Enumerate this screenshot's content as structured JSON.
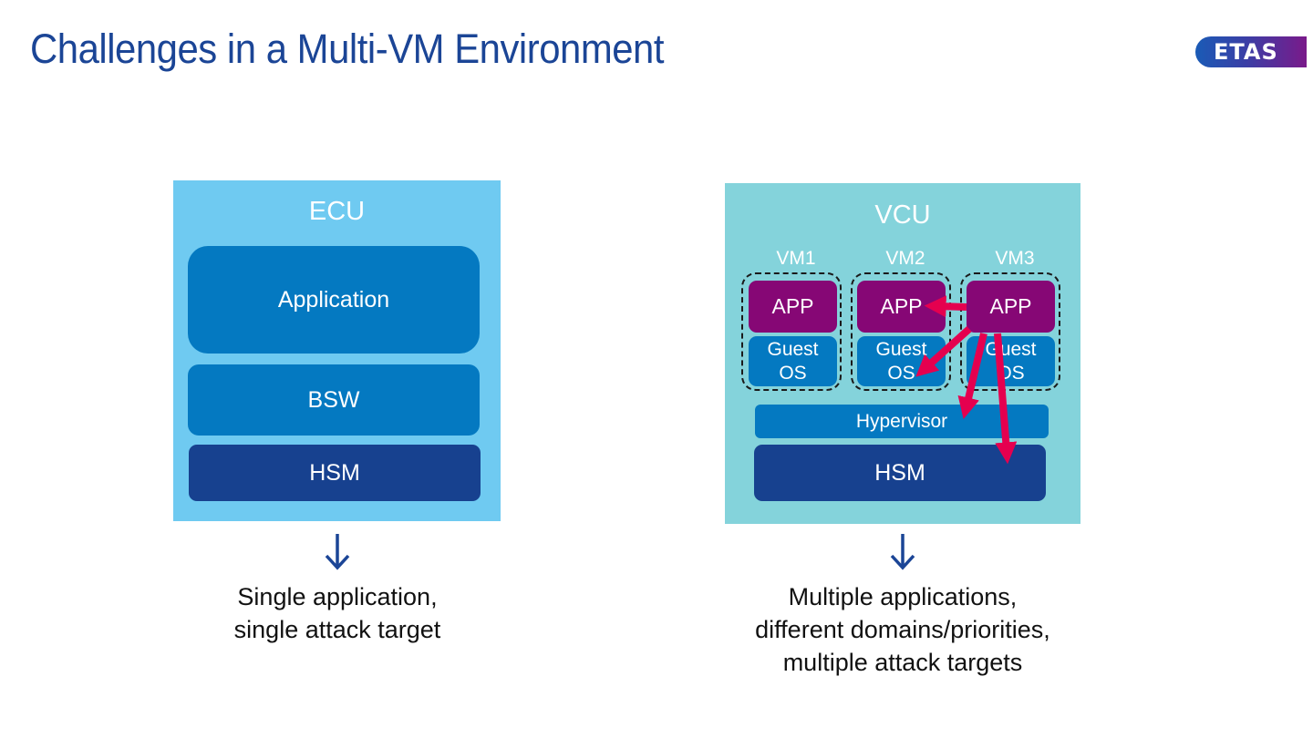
{
  "header": {
    "title": "Challenges in a Multi-VM Environment",
    "logo_text": "ETAS"
  },
  "ecu": {
    "label": "ECU",
    "layers": {
      "application": "Application",
      "bsw": "BSW",
      "hsm": "HSM"
    },
    "caption": [
      "Single application,",
      "single attack target"
    ]
  },
  "vcu": {
    "label": "VCU",
    "vms": [
      {
        "label": "VM1",
        "app": "APP",
        "os_line1": "Guest",
        "os_line2": "OS"
      },
      {
        "label": "VM2",
        "app": "APP",
        "os_line1": "Guest",
        "os_line2": "OS"
      },
      {
        "label": "VM3",
        "app": "APP",
        "os_line1": "Guest",
        "os_line2": "OS"
      }
    ],
    "hypervisor": "Hypervisor",
    "hsm": "HSM",
    "attack_arrows": [
      {
        "from": "VM3 APP",
        "to": "VM2 APP"
      },
      {
        "from": "VM3 APP",
        "to": "VM2 Guest OS"
      },
      {
        "from": "VM3 APP",
        "to": "Hypervisor"
      },
      {
        "from": "VM3 APP",
        "to": "HSM"
      }
    ],
    "caption": [
      "Multiple applications,",
      "different domains/priorities,",
      "multiple attack targets"
    ]
  },
  "colors": {
    "title": "#1b4596",
    "ecu_bg": "#6fcaf1",
    "vcu_bg": "#84d3db",
    "layer_blue": "#0479c1",
    "hsm_navy": "#17418f",
    "app_purple": "#860775",
    "attack_arrow": "#e5004f",
    "down_arrow": "#1b4596"
  }
}
